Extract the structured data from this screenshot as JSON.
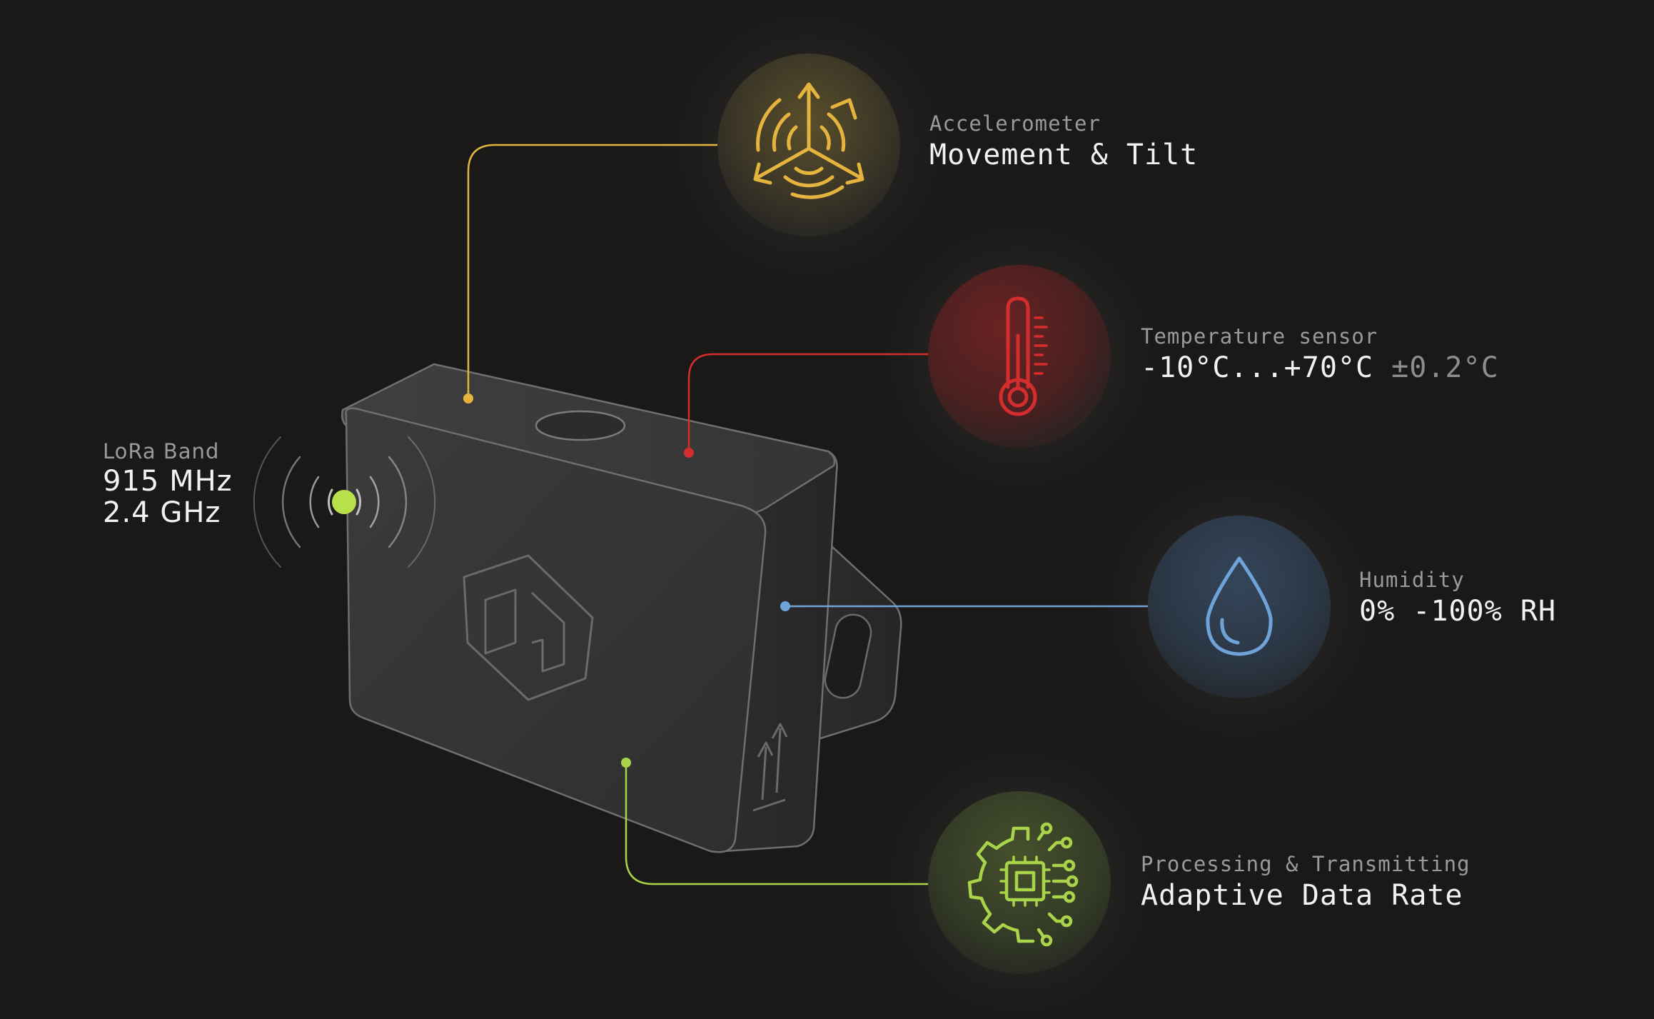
{
  "colors": {
    "background": "#1b1918",
    "accelerometer": "#e5b43f",
    "temperature": "#d42d2d",
    "humidity": "#6fa3d8",
    "processing": "#a9d44a",
    "lora": "#b7e04a",
    "device_outline": "#6c6c6c"
  },
  "lora": {
    "caption": "LoRa Band",
    "value_1": "915 MHz",
    "value_2": "2.4 GHz"
  },
  "accelerometer": {
    "caption": "Accelerometer",
    "value": "Movement & Tilt",
    "icon": "three-axis-motion-icon"
  },
  "temperature": {
    "caption": "Temperature sensor",
    "value": "-10°C...+70°C",
    "accuracy": "±0.2°C",
    "icon": "thermometer-icon"
  },
  "humidity": {
    "caption": "Humidity",
    "value": "0% -100% RH",
    "icon": "water-drop-icon"
  },
  "processing": {
    "caption": "Processing & Transmitting",
    "value": "Adaptive Data Rate",
    "icon": "gear-chip-icon"
  }
}
